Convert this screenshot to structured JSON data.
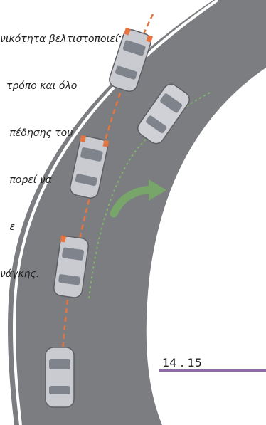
{
  "caption_lines": [
    "νικότητα βελτιστοποιείται",
    "  τρόπο και όλο",
    "   πέδησης του",
    "   πορεί να",
    "   ε",
    "νάγκης."
  ],
  "page_number": "14 . 15",
  "colors": {
    "asphalt": "#7c7d80",
    "road_edge": "#ffffff",
    "accent_rule": "#8e6aa8",
    "trajectory_uncontrolled": "#e8743f",
    "trajectory_controlled": "#7fb46a",
    "arrow": "#77a56a"
  },
  "icons": {
    "direction_arrow": "curved-arrow-icon"
  }
}
